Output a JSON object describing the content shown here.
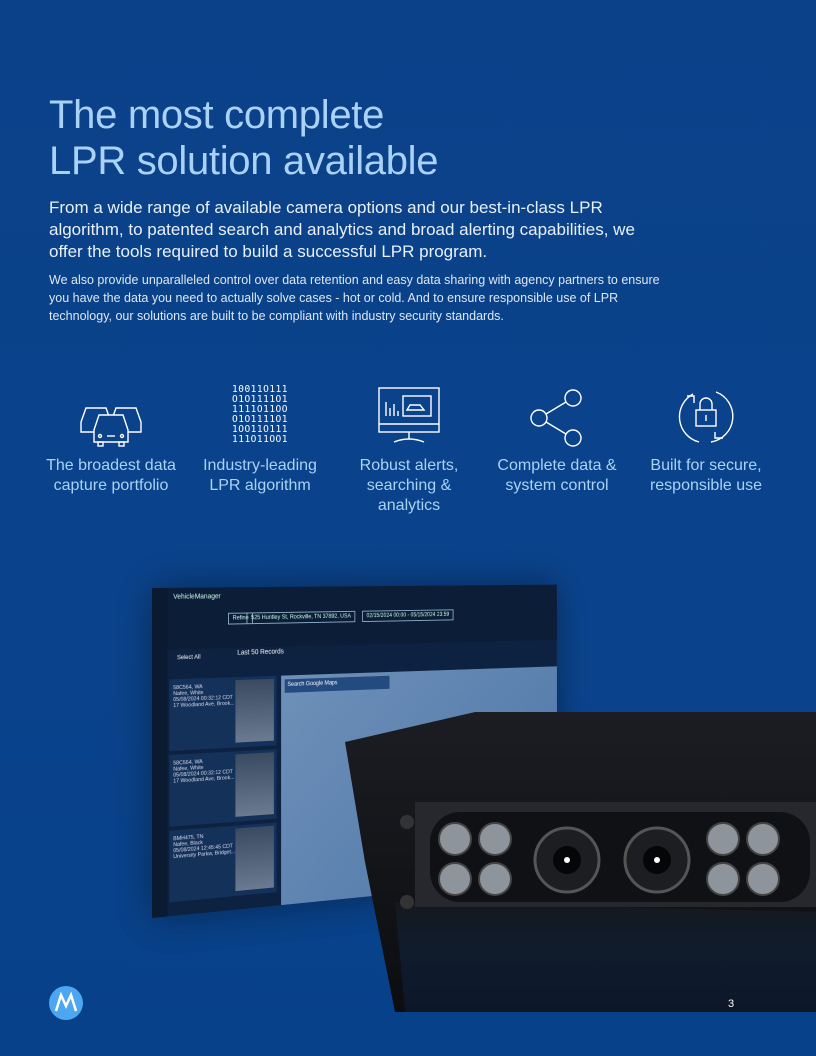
{
  "heading": {
    "line1": "The most complete",
    "line2": "LPR solution available"
  },
  "lead": "From a wide range of available camera options and our best-in-class LPR algorithm, to patented search and analytics and broad alerting capabilities, we offer the tools required to build a successful LPR program.",
  "body": "We also provide unparalleled control over data retention and easy data sharing with agency partners to ensure you have the data you need to actually solve cases - hot or cold. And to ensure responsible use of LPR technology, our solutions are built to be compliant with industry security standards.",
  "features": [
    {
      "icon": "cars-icon",
      "label": "The broadest data capture portfolio"
    },
    {
      "icon": "binary-code-icon",
      "label": "Industry-leading LPR algorithm",
      "binary": [
        "10011O111",
        "O1O1111O1",
        "1111O11OO",
        "O1O1111O1",
        "1OO11O111",
        "111O11OO1"
      ]
    },
    {
      "icon": "monitor-analytics-icon",
      "label": "Robust alerts, searching & analytics"
    },
    {
      "icon": "share-icon",
      "label": "Complete data & system control"
    },
    {
      "icon": "lock-sync-icon",
      "label": "Built for secure, responsible use"
    }
  ],
  "app": {
    "name": "VehicleManager",
    "filter_label": "Refine",
    "address": "525 Huntley St, Rockville, TN 37892, USA",
    "date_range": "02/15/2024 00:00 - 05/15/2024 23:59",
    "select_all": "Select All",
    "records_title": "Last 50 Records",
    "map_search": "Search Google Maps",
    "records": [
      {
        "plate": "58C564, WA",
        "vehicle": "Nafee, White",
        "time": "05/08/2024 00:32:12 CDT",
        "location": "17 Woodland Ave, Brook..."
      },
      {
        "plate": "58C564, WA",
        "vehicle": "Nafee, White",
        "time": "05/08/2024 00:32:12 CDT",
        "location": "17 Woodland Ave, Brook..."
      },
      {
        "plate": "BMH475, TN",
        "vehicle": "Nafee, Black",
        "time": "05/08/2024 12:45:45 CDT",
        "location": "University Parkw, Bridget..."
      }
    ]
  },
  "page_number": "3",
  "colors": {
    "background": "#0a4188",
    "heading": "#a9d2f6",
    "logo": "#4da6f0"
  }
}
